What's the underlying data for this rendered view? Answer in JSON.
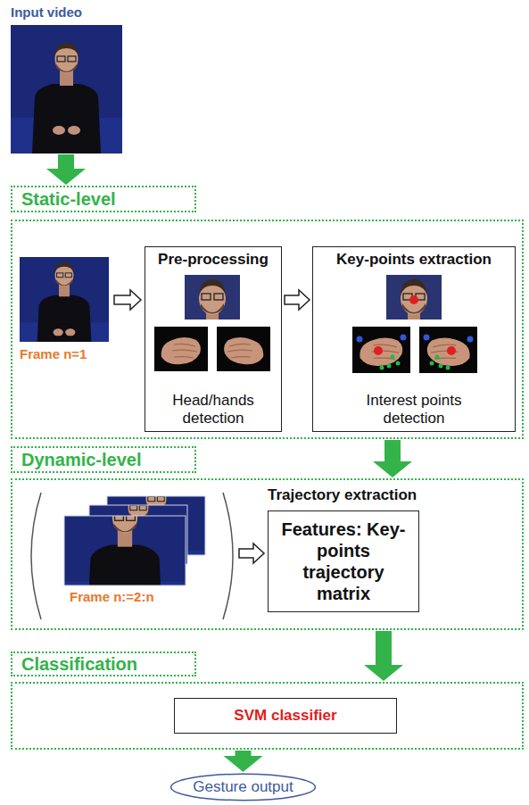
{
  "diagram": {
    "nodes": [
      {
        "text": [
          "Input video"
        ]
      },
      {
        "text": [
          "Static-level"
        ]
      },
      {
        "text": [
          "Pre-processing",
          "Head/hands detection"
        ],
        "in": 1
      },
      {
        "text": [
          "Key-points extraction",
          "Interest points detection"
        ],
        "in": 1
      },
      {
        "text": [
          "Dynamic-level"
        ]
      },
      {
        "text": [
          "Trajectory extraction",
          "Features: Key-points trajectory matrix"
        ],
        "in": 4
      },
      {
        "text": [
          "Classification"
        ]
      },
      {
        "text": [
          "SVM classifier"
        ],
        "in": 6
      },
      {
        "text": [
          "Gesture output"
        ]
      }
    ],
    "edges": [
      {
        "from": 0,
        "to": 1,
        "arrow": "to"
      },
      {
        "from": 2,
        "to": 3,
        "arrow": "to"
      },
      {
        "from": 1,
        "to": 4,
        "arrow": "to"
      },
      {
        "from": 4,
        "to": 6,
        "arrow": "to"
      },
      {
        "from": 6,
        "to": 8,
        "arrow": "to"
      }
    ],
    "labels": [
      "Frame n=1",
      "Frame n:=2:n"
    ]
  }
}
